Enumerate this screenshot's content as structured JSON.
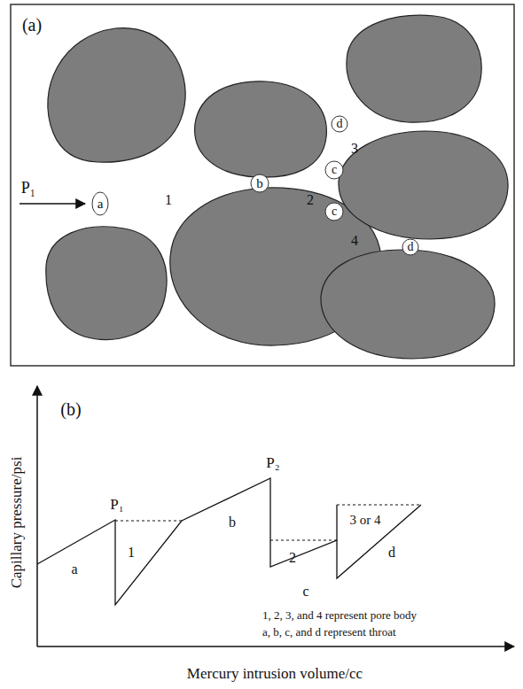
{
  "diagram": {
    "labels": [
      "(a)",
      "P₁",
      "a",
      "1",
      "b",
      "2",
      "c",
      "c",
      "d",
      "3",
      "4",
      "d",
      "(b)",
      "P₁",
      "P₂",
      "a",
      "1",
      "b",
      "2",
      "c",
      "3 or 4",
      "d",
      "1, 2, 3, and 4 represent pore body",
      "a, b, c, and d represent throat",
      "Capillary pressure/psi",
      "Mercury intrusion volume/cc"
    ]
  }
}
